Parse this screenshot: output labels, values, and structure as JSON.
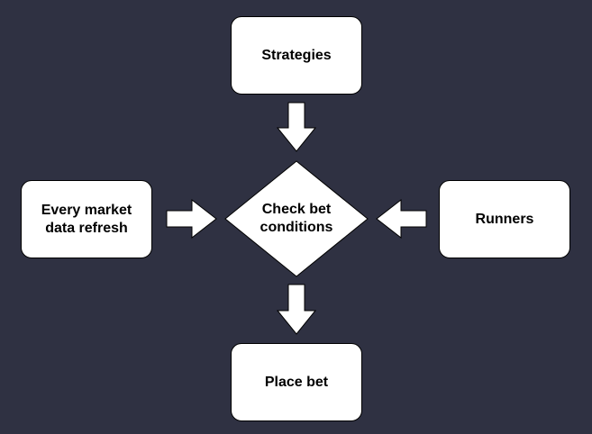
{
  "colors": {
    "background": "#2f3142",
    "shape_fill": "#ffffff",
    "shape_stroke": "#000000",
    "text": "#000000"
  },
  "nodes": {
    "strategies": "Strategies",
    "market_refresh": "Every market\ndata refresh",
    "check_conditions": "Check bet\nconditions",
    "runners": "Runners",
    "place_bet": "Place bet"
  }
}
